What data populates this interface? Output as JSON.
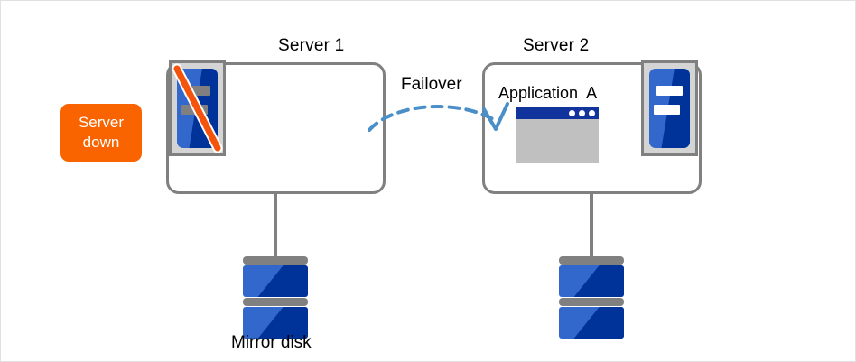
{
  "diagram": {
    "title_server1": "Server 1",
    "title_server2": "Server 2",
    "failover_label": "Failover",
    "app_label": "Application  A",
    "disk_label": "Mirror disk",
    "badge": {
      "line1": "Server",
      "line2": "down"
    },
    "colors": {
      "badge_background": "#fa6400",
      "badge_text": "#ffffff",
      "box_border": "#808080",
      "machine_blue_light": "#3267cc",
      "machine_blue_dark": "#00339a",
      "machine_plate": "#d4d4d4",
      "slot_live": "#ffffff",
      "slot_down": "#808080",
      "failover_arrow": "#4a8fc8",
      "down_slash": "#f4530b",
      "window_titlebar": "#10339c",
      "window_body": "#c0c0c0",
      "disk_bar": "#808080",
      "page_border": "#e0e0e0"
    },
    "icons": {
      "server1_machine": "server-machine-icon-offline",
      "server2_machine": "server-machine-icon-online",
      "down_slash": "no-entry-slash-icon",
      "failover_arrow": "dashed-curved-arrow-icon",
      "app_window": "application-window-icon",
      "disk": "disk-stack-icon"
    },
    "window_dots": 3,
    "disk_segments": 2
  }
}
